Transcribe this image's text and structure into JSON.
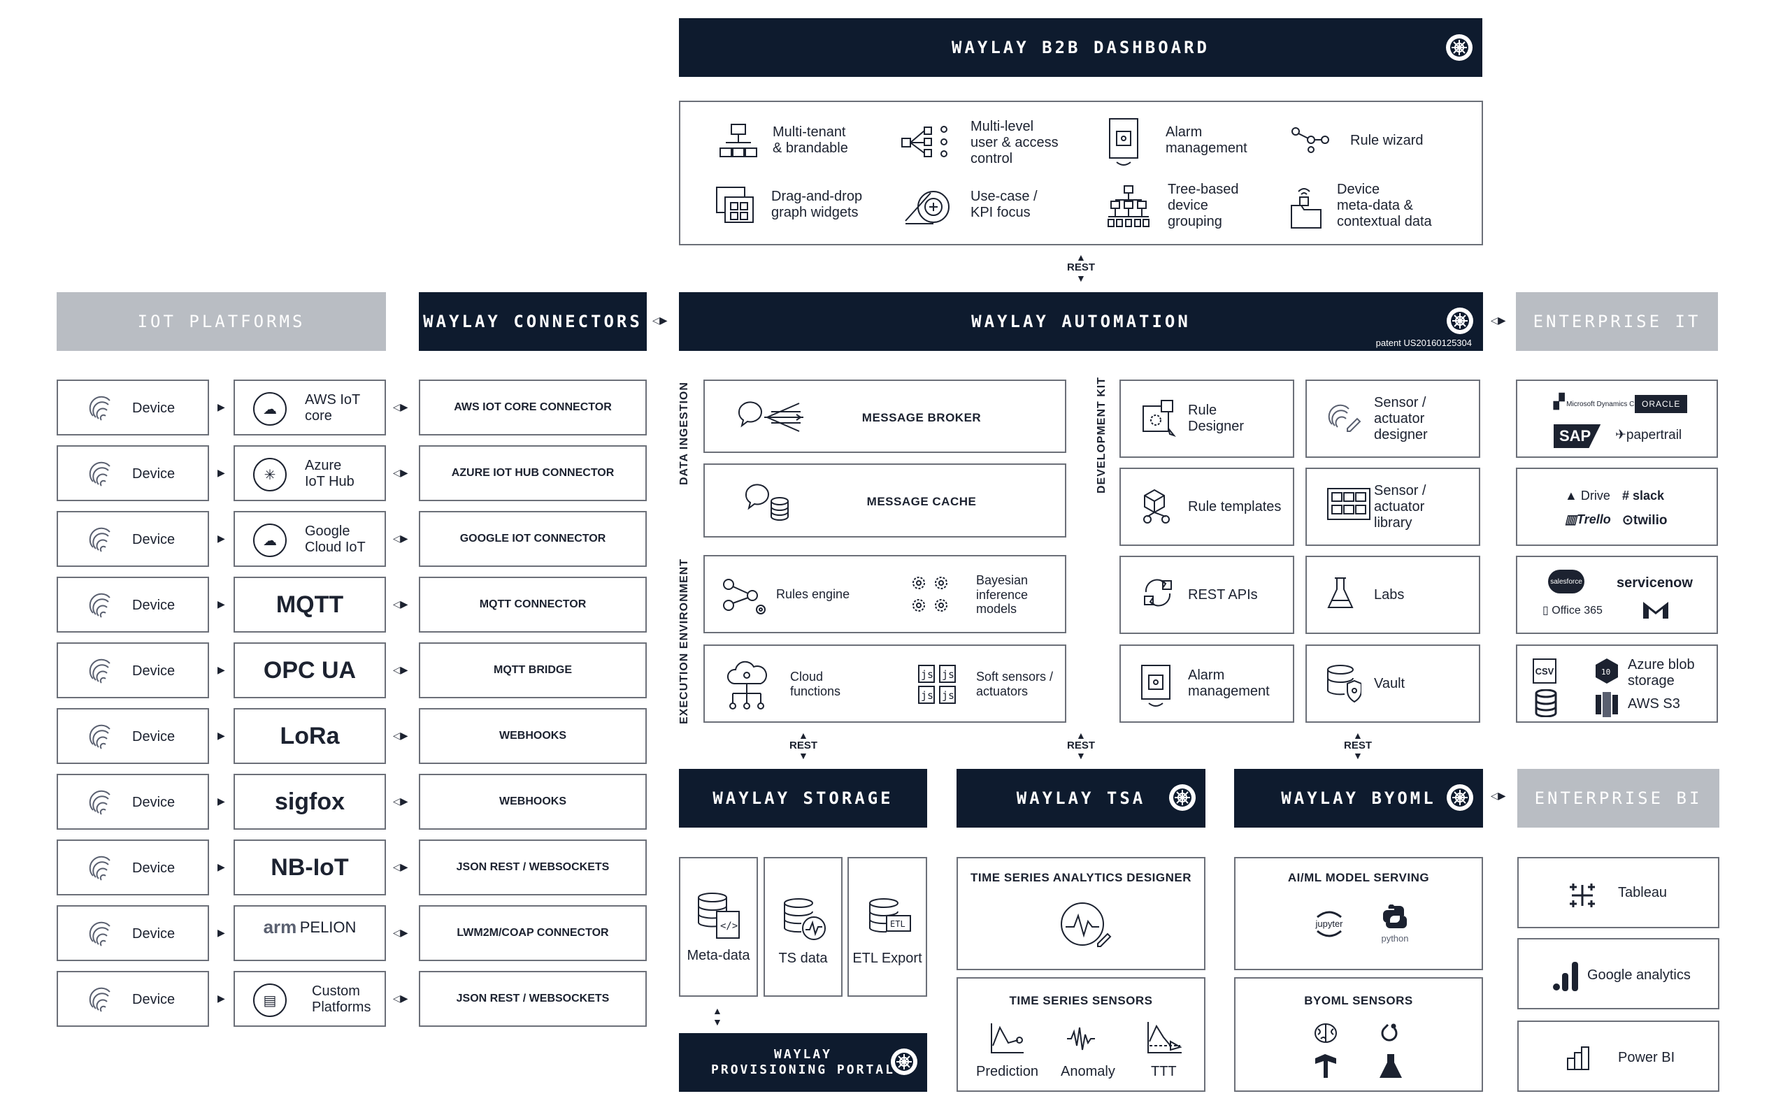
{
  "dashboard": {
    "title": "WAYLAY B2B DASHBOARD",
    "features": [
      {
        "icon": "org-chart-icon",
        "label1": "Multi-tenant",
        "label2": "& brandable",
        "label3": ""
      },
      {
        "icon": "access-tree-icon",
        "label1": "Multi-level",
        "label2": "user & access",
        "label3": "control"
      },
      {
        "icon": "alarm-device-icon",
        "label1": "Alarm",
        "label2": "management",
        "label3": ""
      },
      {
        "icon": "rule-wizard-icon",
        "label1": "Rule wizard",
        "label2": "",
        "label3": ""
      },
      {
        "icon": "widgets-icon",
        "label1": "Drag-and-drop",
        "label2": "graph widgets",
        "label3": ""
      },
      {
        "icon": "kpi-icon",
        "label1": "Use-case /",
        "label2": "KPI focus",
        "label3": ""
      },
      {
        "icon": "tree-grouping-icon",
        "label1": "Tree-based",
        "label2": "device",
        "label3": "grouping"
      },
      {
        "icon": "folder-device-icon",
        "label1": "Device",
        "label2": "meta-data &",
        "label3": "contextual data"
      }
    ]
  },
  "rest_label": "REST",
  "iot_platforms": {
    "title": "IOT PLATFORMS",
    "device_label": "Device",
    "platforms": [
      {
        "name": "AWS IoT core",
        "line1": "AWS IoT",
        "line2": "core",
        "icon": "aws-cloud-icon"
      },
      {
        "name": "Azure IoT Hub",
        "line1": "Azure",
        "line2": "IoT Hub",
        "icon": "azure-hub-icon"
      },
      {
        "name": "Google Cloud IoT",
        "line1": "Google",
        "line2": "Cloud IoT",
        "icon": "google-cloud-icon"
      },
      {
        "name": "MQTT",
        "line1": "MQTT",
        "line2": "",
        "icon": "mqtt-logo"
      },
      {
        "name": "OPC UA",
        "line1": "OPC UA",
        "line2": "",
        "icon": "opcua-logo"
      },
      {
        "name": "LoRa",
        "line1": "LoRa",
        "line2": "",
        "icon": "lora-logo"
      },
      {
        "name": "sigfox",
        "line1": "sigfox",
        "line2": "",
        "icon": "sigfox-logo"
      },
      {
        "name": "NB-IoT",
        "line1": "NB-IoT",
        "line2": "",
        "icon": "nbiot-logo"
      },
      {
        "name": "arm PELION",
        "line1": "arm",
        "line2": "PELION",
        "icon": "arm-pelion-logo"
      },
      {
        "name": "Custom Platforms",
        "line1": "Custom",
        "line2": "Platforms",
        "icon": "custom-platform-icon"
      }
    ]
  },
  "connectors": {
    "title": "WAYLAY CONNECTORS",
    "items": [
      "AWS IOT CORE CONNECTOR",
      "AZURE IOT HUB CONNECTOR",
      "GOOGLE IOT CONNECTOR",
      "MQTT CONNECTOR",
      "MQTT BRIDGE",
      "WEBHOOKS",
      "WEBHOOKS",
      "JSON REST / WEBSOCKETS",
      "LWM2M/COAP CONNECTOR",
      "JSON REST / WEBSOCKETS"
    ]
  },
  "automation": {
    "title": "WAYLAY AUTOMATION",
    "patent": "patent US20160125304",
    "data_ingestion_label": "DATA INGESTION",
    "execution_label": "EXECUTION ENVIRONMENT",
    "devkit_label": "DEVELOPMENT KIT",
    "message_broker": "MESSAGE BROKER",
    "message_cache": "MESSAGE CACHE",
    "rules_engine": "Rules engine",
    "bayesian": [
      "Bayesian",
      "inference",
      "models"
    ],
    "cloud_functions": [
      "Cloud",
      "functions"
    ],
    "soft_sensors": [
      "Soft sensors /",
      "actuators"
    ],
    "devkit": [
      {
        "lines": [
          "Rule",
          "Designer"
        ],
        "icon": "rule-designer-icon"
      },
      {
        "lines": [
          "Sensor /",
          "actuator",
          "designer"
        ],
        "icon": "sensor-designer-icon"
      },
      {
        "lines": [
          "Rule templates"
        ],
        "icon": "rule-templates-icon"
      },
      {
        "lines": [
          "Sensor /",
          "actuator",
          "library"
        ],
        "icon": "sensor-library-icon"
      },
      {
        "lines": [
          "REST APIs"
        ],
        "icon": "rest-apis-icon"
      },
      {
        "lines": [
          "Labs"
        ],
        "icon": "labs-flask-icon"
      },
      {
        "lines": [
          "Alarm",
          "management"
        ],
        "icon": "alarm-management-icon"
      },
      {
        "lines": [
          "Vault"
        ],
        "icon": "vault-icon"
      }
    ]
  },
  "enterprise_it": {
    "title": "ENTERPRISE IT",
    "logos": [
      [
        "Microsoft Dynamics CRM",
        "ORACLE",
        "SAP",
        "papertrail"
      ],
      [
        "Drive",
        "slack",
        "Trello",
        "twilio"
      ],
      [
        "salesforce",
        "servicenow",
        "Office 365",
        "Gmail"
      ],
      [
        "CSV",
        "Azure blob storage",
        "AWS S3"
      ]
    ],
    "azure_blob": [
      "Azure blob",
      "storage"
    ],
    "aws_s3": "AWS S3"
  },
  "storage": {
    "title": "WAYLAY STORAGE",
    "items": [
      "Meta-data",
      "TS data",
      "ETL Export"
    ]
  },
  "provisioning": {
    "line1": "WAYLAY",
    "line2": "PROVISIONING PORTAL"
  },
  "tsa": {
    "title": "WAYLAY TSA",
    "designer": "TIME SERIES ANALYTICS DESIGNER",
    "sensors": "TIME SERIES SENSORS",
    "sensor_items": [
      "Prediction",
      "Anomaly",
      "TTT"
    ]
  },
  "byoml": {
    "title": "WAYLAY BYOML",
    "serving": "AI/ML MODEL SERVING",
    "jupyter": "jupyter",
    "python": "python",
    "sensors": "BYOML SENSORS"
  },
  "enterprise_bi": {
    "title": "ENTERPRISE BI",
    "items": [
      "Tableau",
      "Google analytics",
      "Power BI"
    ]
  }
}
